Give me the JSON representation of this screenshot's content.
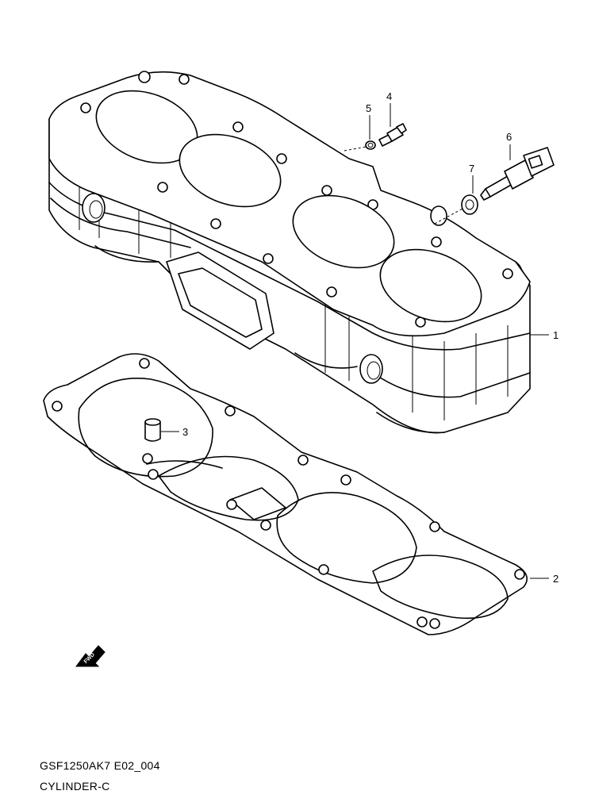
{
  "diagram": {
    "code": "GSF1250AK7 E02_004",
    "title": "CYLINDER-C",
    "fwd_label": "FWD",
    "callouts": [
      {
        "id": "1",
        "label": "1"
      },
      {
        "id": "2",
        "label": "2"
      },
      {
        "id": "3",
        "label": "3"
      },
      {
        "id": "4",
        "label": "4"
      },
      {
        "id": "5",
        "label": "5"
      },
      {
        "id": "6",
        "label": "6"
      },
      {
        "id": "7",
        "label": "7"
      }
    ]
  }
}
